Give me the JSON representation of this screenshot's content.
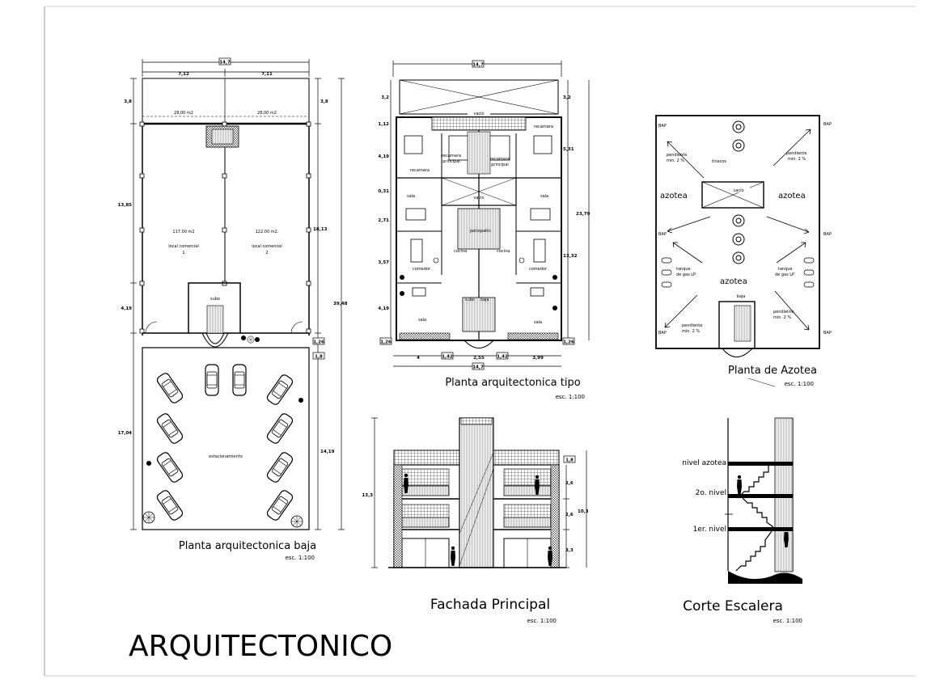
{
  "sheet": {
    "main_title": "ARQUITECTONICO"
  },
  "views": {
    "planta_baja": {
      "title": "Planta arquitectonica  baja",
      "scale": "esc. 1:100",
      "dims": {
        "top_total": "14,7",
        "top_left": "7,12",
        "top_right": "7,11",
        "left_a": "3,8",
        "left_b": "13,85",
        "left_c": "4,19",
        "left_d": "17,04",
        "right_a": "3,8",
        "right_b": "18,13",
        "right_c": "14,19",
        "outer_right": "39,48",
        "small_a": "1,26",
        "small_b": "1,8"
      },
      "rooms": {
        "area_left_top": "28,00 m2",
        "area_right_top": "28,00 m2",
        "area_left": "117.00 m2",
        "local_left": "local comercial",
        "local_left_num": "1",
        "area_right": "122.00 m2.",
        "local_right": "local comercial",
        "local_right_num": "2",
        "subo": "subo",
        "estacionamiento": "estacionamiento"
      }
    },
    "planta_tipo": {
      "title": "Planta arquitectonica  tipo",
      "scale": "esc. 1:100",
      "dims": {
        "top_total": "14,7",
        "bottom_total": "14,7",
        "left_a": "3,2",
        "left_b": "1,12",
        "left_c": "4,19",
        "left_d": "0,31",
        "left_e": "2,71",
        "left_f": "3,57",
        "left_g": "4,19",
        "right_a": "3,2",
        "right_b": "5,31",
        "right_c": "13,32",
        "outer_right": "23,79",
        "bottom_a": "4",
        "bottom_b": "2,55",
        "bottom_c": "3,99",
        "bottom_s1": "1,42",
        "bottom_s2": "1,42",
        "corner_l": "1,26",
        "corner_r": "1,26"
      },
      "rooms": {
        "vacio_top": "vacío",
        "recamara_l": "recamara",
        "recamara_r": "recamara",
        "recamara_pl": "recamara",
        "recamara_pl2": "principal",
        "recamara_pr": "recamara",
        "recamara_pr2": "principal",
        "vacio_mid": "vacío",
        "sala_l": "sala",
        "sala_r": "sala",
        "patio_l": "patio",
        "patio_r": "patio",
        "cocina_l": "cocina",
        "cocina_r": "cocina",
        "comedor_l": "comedor",
        "comedor_r": "comedor",
        "subo": "subo",
        "baja": "baja",
        "sala_bl": "sala",
        "sala_br": "sala"
      }
    },
    "planta_azotea": {
      "title": "Planta de Azotea",
      "scale": "esc. 1:100",
      "labels": {
        "azotea_l": "azotea",
        "azotea_r": "azotea",
        "azotea_c": "azotea",
        "vacio": "vacío",
        "tinacos": "tinacos",
        "pendiente_tl": "pendiente",
        "pendiente_tl2": "min. 2 %",
        "pendiente_tr": "pendiente",
        "pendiente_tr2": "min. 2 %",
        "pendiente_bl": "pendiente",
        "pendiente_bl2": "min. 2 %",
        "pendiente_br": "pendiente",
        "pendiente_br2": "min. 2 %",
        "tanque_l": "tanque",
        "tanque_l2": "de gas LP",
        "tanque_r": "tanque",
        "tanque_r2": "de gas LP",
        "bap": "BAP",
        "baja": "baja"
      }
    },
    "fachada": {
      "title": "Fachada Principal",
      "scale": "esc. 1:100",
      "dims": {
        "left_total": "13,3",
        "right_top": "1,8",
        "right_a": "2,6",
        "right_b": "2,6",
        "right_c": "3,3",
        "right_total": "10,3"
      }
    },
    "corte": {
      "title": "Corte Escalera",
      "scale": "esc. 1:100",
      "levels": {
        "azotea": "nivel azotea",
        "segundo": "2o. nivel",
        "primero": "1er. nivel"
      }
    }
  },
  "colors": {
    "ink": "#000000",
    "paper": "#ffffff",
    "frame": "#cccccc"
  }
}
